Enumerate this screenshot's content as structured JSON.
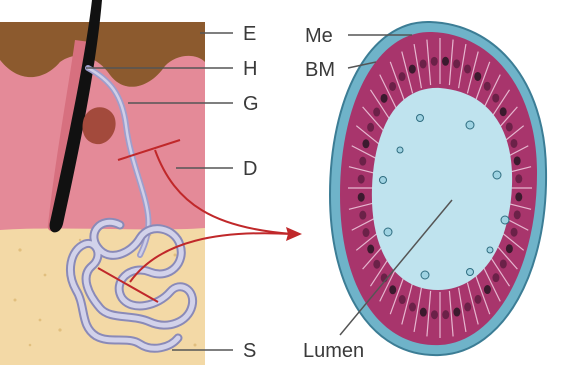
{
  "figure": {
    "skin_labels": {
      "epidermis": "E",
      "hair": "H",
      "gland_duct": "G",
      "dermis": "D",
      "subcutis": "S"
    },
    "section_labels": {
      "myoepithelium": "Me",
      "basement_membrane": "BM",
      "lumen": "Lumen"
    },
    "colors": {
      "epidermis": "#8c5a2e",
      "dermis": "#e48a98",
      "subcutis": "#f3d9a6",
      "hair": "#111111",
      "gland": "#b7b7d9",
      "lumen": "#bfe3ee",
      "cells": "#a8356c",
      "cut_lines": "#c0282a",
      "arrow": "#c0282a",
      "leader": "#555555"
    }
  }
}
